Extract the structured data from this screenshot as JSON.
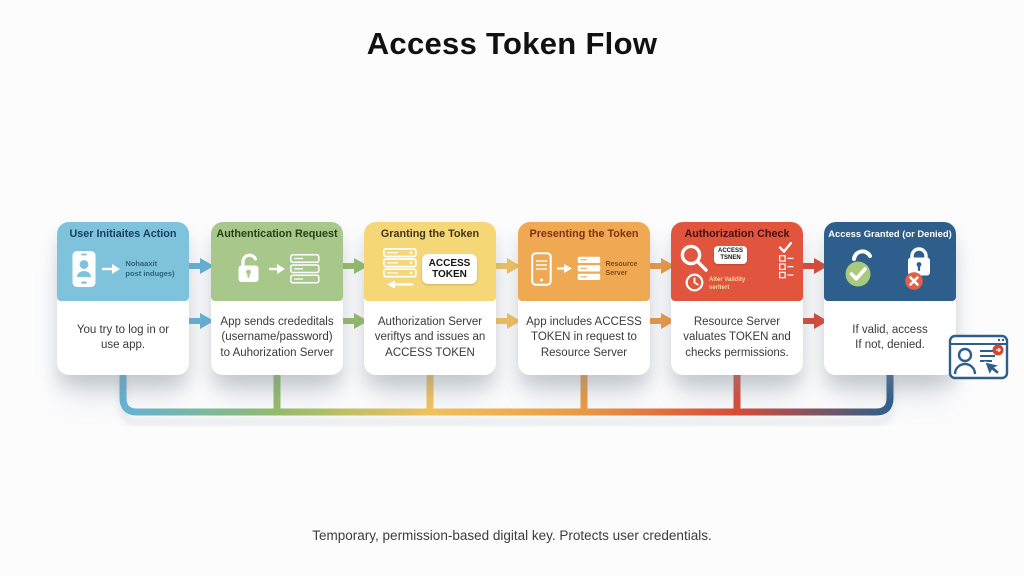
{
  "title": "Access Token Flow",
  "caption": "Temporary, permission-based digital key. Protects user credentials.",
  "steps": [
    {
      "title": "User Initiaites Action",
      "header_color": "#7fc2dc",
      "title_color": "#16405e",
      "arrow_color": "#64b4d6",
      "note": "Nohaaxit\npost induges)",
      "note_color": "#2c617e",
      "body": "You try to log in or\nuse app."
    },
    {
      "title": "Authentication Request",
      "header_color": "#a7c88a",
      "title_color": "#28400f",
      "arrow_color": "#94bd6d",
      "body": "App sends crededitals\n(username/password)\nto Auhorization Server"
    },
    {
      "title": "Granting the Token",
      "header_color": "#f5d778",
      "title_color": "#413613",
      "arrow_color": "#f3c35e",
      "badge": "ACCESS\nTOKEN",
      "body": "Authorization Server\nveriftys and issues an\nACCESS TOKEN"
    },
    {
      "title": "Presenting the Token",
      "header_color": "#f0a953",
      "title_color": "#83300f",
      "arrow_color": "#ec9a43",
      "label": "Resource\nServer",
      "label_color": "#7c4a1a",
      "body": "App includes ACCESS\nTOKEN in request to\nResource Server"
    },
    {
      "title": "Authorization Check",
      "header_color": "#e1553e",
      "title_color": "#45100a",
      "arrow_color": "#d94a38",
      "badge": "ACCESS\nTSNEN",
      "clock_note": "Aiter Vaildity\nverltert",
      "clock_note_color": "#f3dc9a",
      "body": "Resource Server\nvaluates TOKEN and\nchecks permissions."
    },
    {
      "title": "Access Granted (or Denied)",
      "header_color": "#2e5e8b",
      "title_color": "#ffffff",
      "body": "If valid, access\nIf not, denied."
    }
  ],
  "connector_colors": [
    "#64b4d6",
    "#94bd6d",
    "#f3c35e",
    "#ec9a43",
    "#d94a38",
    "#2e5e8b"
  ],
  "status_colors": {
    "granted_green": "#a8ca7c",
    "denied_red": "#e2604a",
    "navy": "#2e5e8b"
  }
}
